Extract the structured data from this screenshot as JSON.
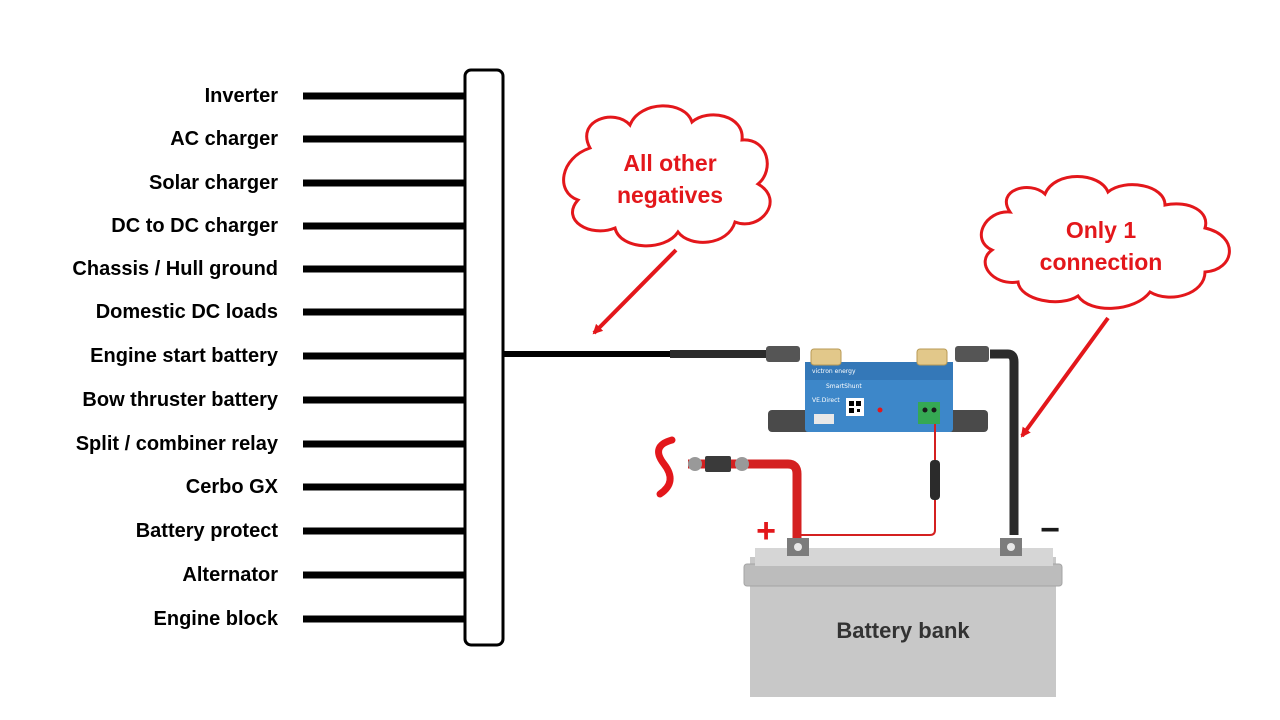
{
  "wiring_labels": [
    "Inverter",
    "AC charger",
    "Solar charger",
    "DC to DC charger",
    "Chassis / Hull ground",
    "Domestic DC loads",
    "Engine start battery",
    "Bow thruster battery",
    "Split / combiner relay",
    "Cerbo GX",
    "Battery protect",
    "Alternator",
    "Engine block"
  ],
  "cloud_left": {
    "line1": "All other",
    "line2": "negatives"
  },
  "cloud_right": {
    "line1": "Only 1",
    "line2": "connection"
  },
  "battery": {
    "label": "Battery bank",
    "plus": "+",
    "minus": "−"
  },
  "shunt": {
    "brand": "victron energy",
    "name": "SmartShunt",
    "port": "VE.Direct"
  },
  "colors": {
    "red": "#e3171b",
    "cable_black": "#1a1a1a",
    "shunt_blue": "#3d87c9",
    "battery_grey": "#c8c8c8"
  }
}
